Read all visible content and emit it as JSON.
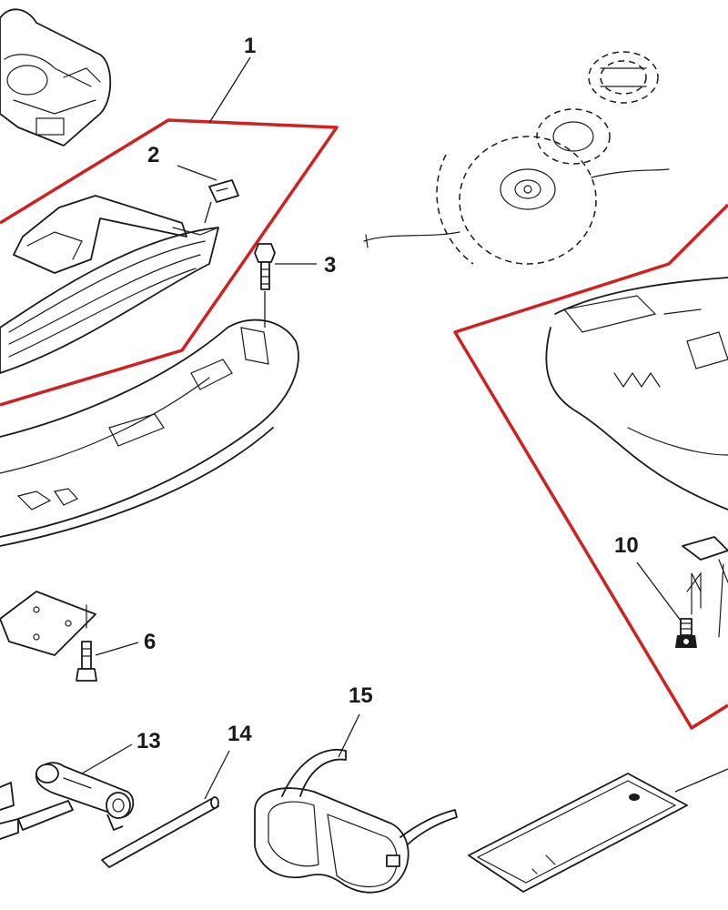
{
  "diagram": {
    "highlight_color": "#d02020",
    "ink_color": "#1a1a1a",
    "callouts": {
      "c1": "1",
      "c2": "2",
      "c3": "3",
      "c6": "6",
      "c10": "10",
      "c13": "13",
      "c14": "14",
      "c15": "15"
    },
    "parts": [
      "engine-housing",
      "front-guard",
      "guard-shell",
      "bolt",
      "mounting-plate",
      "rear-guard",
      "spark-plug-wrench",
      "rod",
      "safety-goggles",
      "manual-pouch"
    ]
  }
}
